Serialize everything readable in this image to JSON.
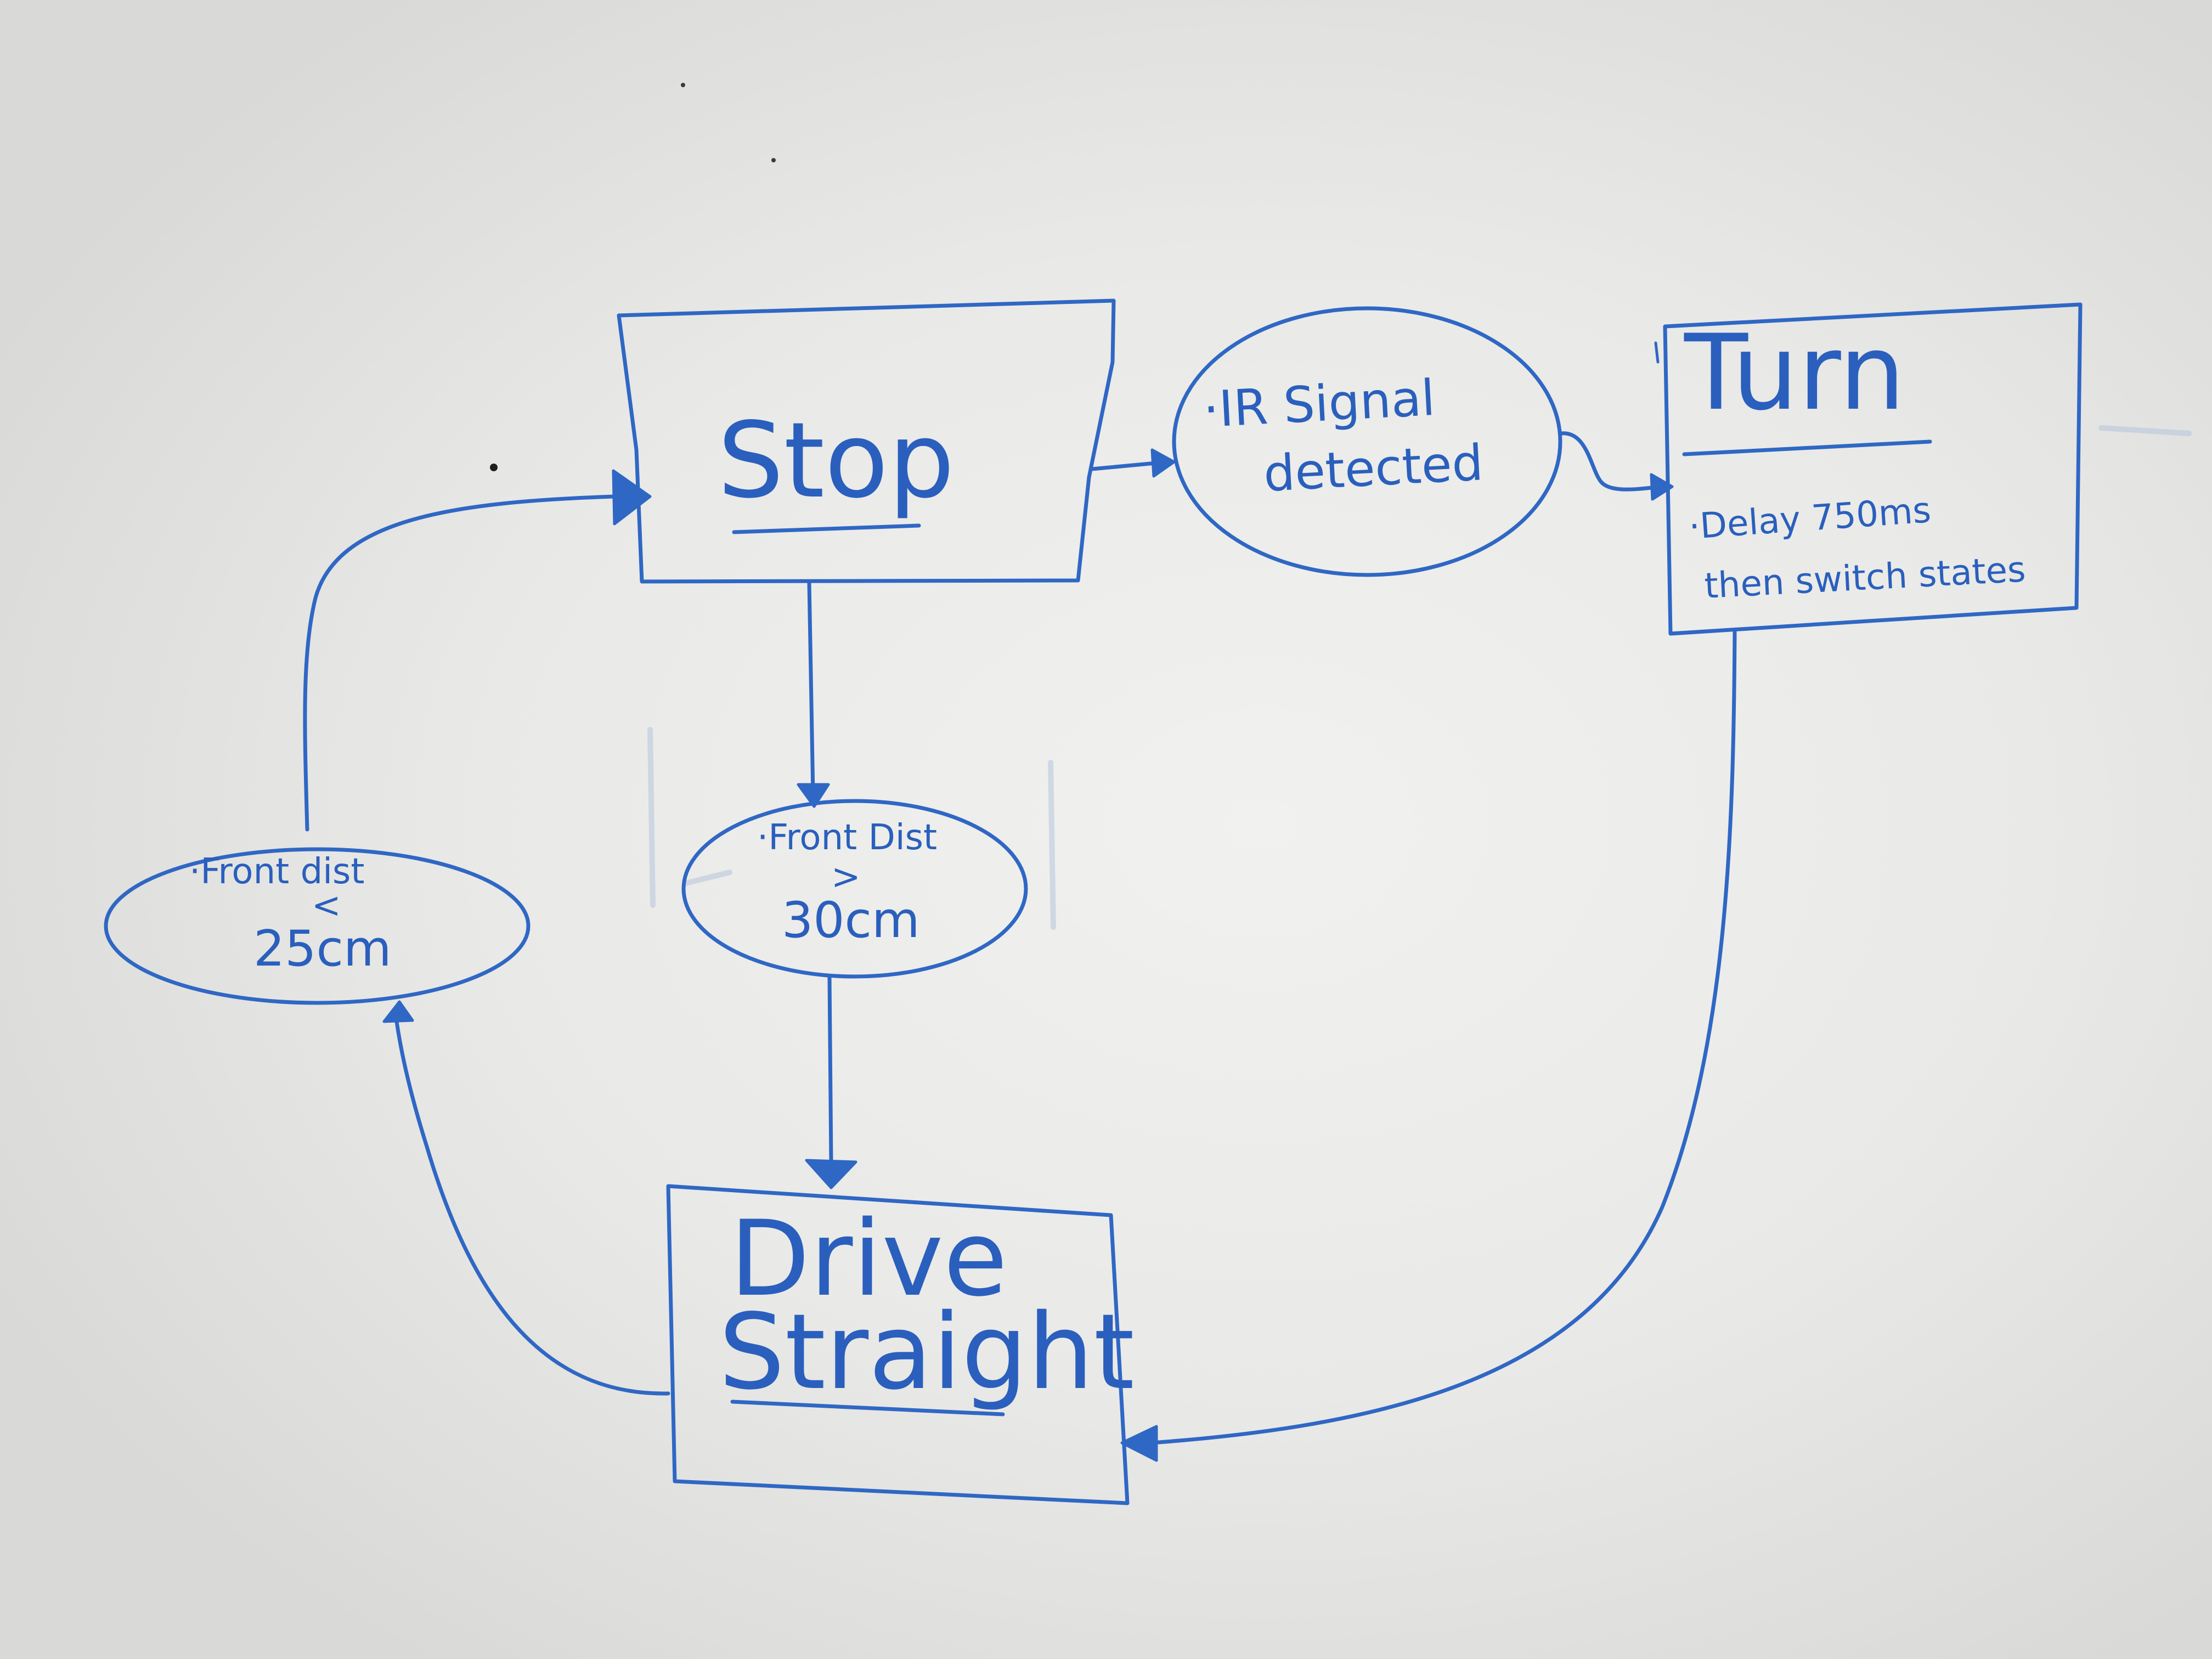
{
  "states": {
    "stop": {
      "title": "Stop"
    },
    "turn": {
      "title": "Turn",
      "note_line1": "·Delay 750ms",
      "note_line2": "then switch states"
    },
    "drive": {
      "title_line1": "Drive",
      "title_line2": "Straight"
    }
  },
  "conditions": {
    "ir": {
      "line1": "·IR Signal",
      "line2": "detected"
    },
    "front_far": {
      "line1": "·Front Dist",
      "line2": ">",
      "line3": "30cm"
    },
    "front_near": {
      "line1": "·Front dist",
      "line2": "<",
      "line3": "25cm"
    }
  },
  "colors": {
    "ink": "#2f67c4",
    "board": "#ececea"
  }
}
